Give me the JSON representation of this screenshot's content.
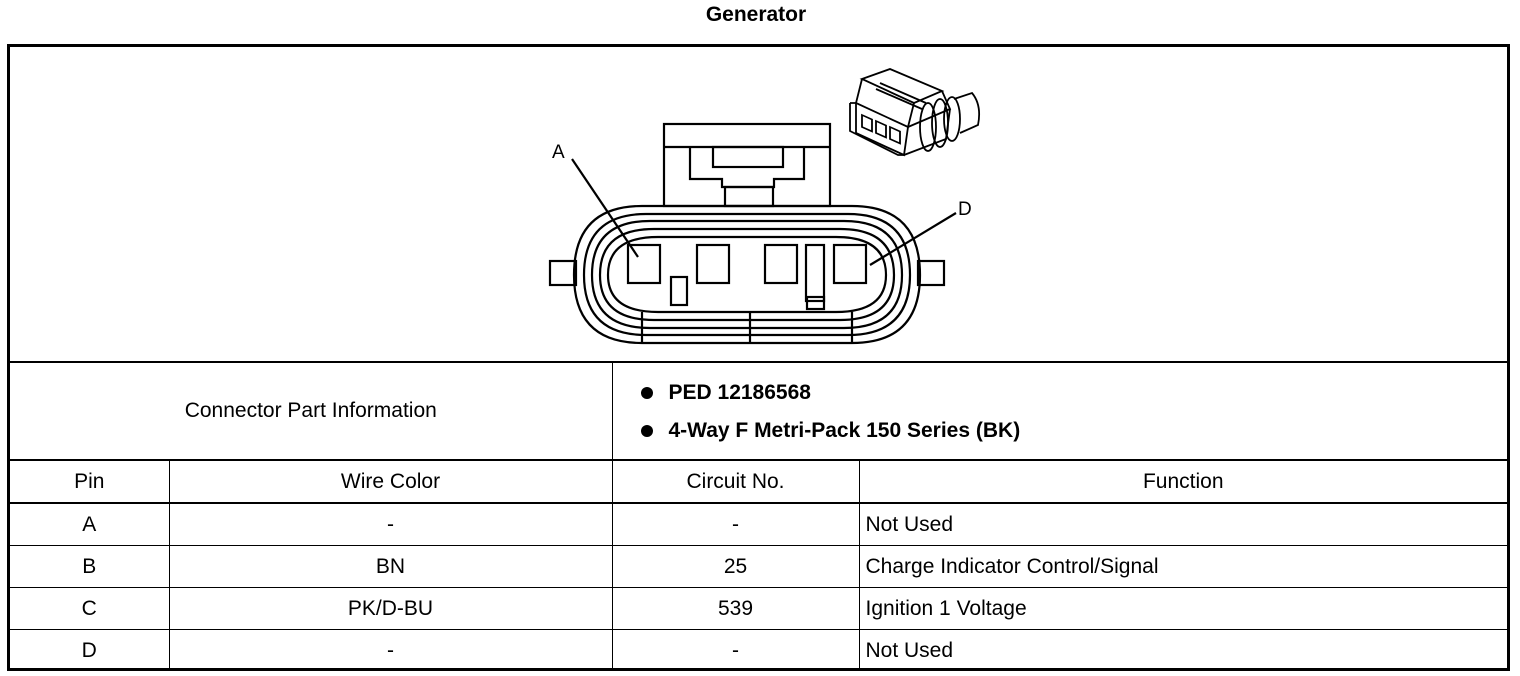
{
  "title": "Generator",
  "diagram": {
    "pin_labels": [
      "A",
      "D"
    ],
    "icons": [
      "connector-face-drawing",
      "connector-3d-icon"
    ]
  },
  "connector_info": {
    "label": "Connector Part Information",
    "items": [
      "PED 12186568",
      "4-Way F Metri-Pack 150 Series (BK)"
    ]
  },
  "table": {
    "headers": [
      "Pin",
      "Wire Color",
      "Circuit No.",
      "Function"
    ],
    "rows": [
      {
        "pin": "A",
        "wire": "-",
        "circuit": "-",
        "function": "Not Used"
      },
      {
        "pin": "B",
        "wire": "BN",
        "circuit": "25",
        "function": "Charge Indicator Control/Signal"
      },
      {
        "pin": "C",
        "wire": "PK/D-BU",
        "circuit": "539",
        "function": "Ignition 1 Voltage"
      },
      {
        "pin": "D",
        "wire": "-",
        "circuit": "-",
        "function": "Not Used"
      }
    ]
  }
}
